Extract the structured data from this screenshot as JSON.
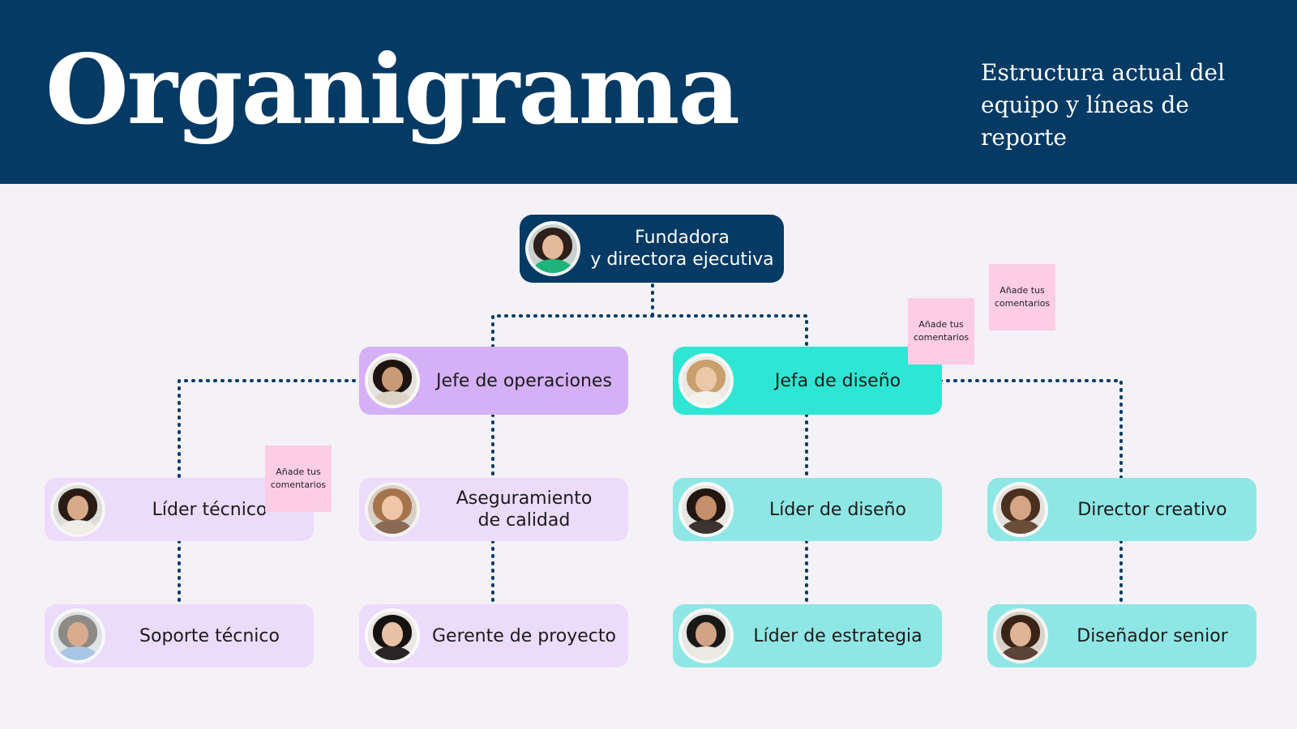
{
  "header": {
    "title": "Organigrama",
    "subtitle_line1": "Estructura actual del",
    "subtitle_line2": "equipo y líneas de reporte"
  },
  "colors": {
    "header_bg": "#043a63",
    "ops_primary": "#d6b0f7",
    "ops_light": "#ecdbfb",
    "design_primary": "#2ee6d3",
    "design_light": "#8fe7e5",
    "sticky": "#fccde4",
    "connector": "#043a63"
  },
  "root": {
    "line1": "Fundadora",
    "line2": "y directora ejecutiva",
    "avatar": "avatar-photo-woman"
  },
  "ops": {
    "head": "Jefe de operaciones",
    "lider_tecnico": "Líder técnico",
    "aseguramiento_line1": "Aseguramiento",
    "aseguramiento_line2": "de calidad",
    "soporte_tecnico": "Soporte técnico",
    "gerente_proyecto": "Gerente de proyecto"
  },
  "design": {
    "head": "Jefa de diseño",
    "lider_diseno": "Líder de diseño",
    "director_creativo": "Director creativo",
    "lider_estrategia": "Líder de estrategia",
    "disenador_senior": "Diseñador senior"
  },
  "sticky_note": {
    "line1": "Añade tus",
    "line2": "comentarios"
  }
}
